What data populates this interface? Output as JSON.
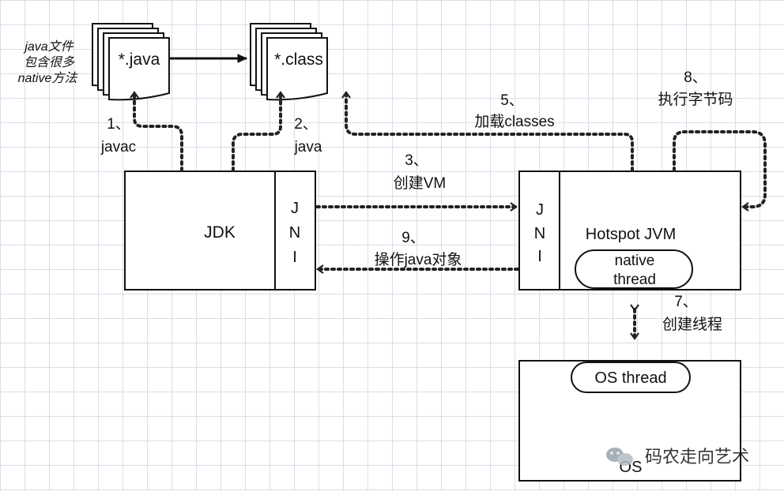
{
  "files": {
    "java_note": [
      "java文件",
      "包含很多",
      "native方法"
    ],
    "java_file": "*.java",
    "class_file": "*.class"
  },
  "boxes": {
    "jdk": "JDK",
    "jni_left": [
      "J",
      "N",
      "I"
    ],
    "jni_right": [
      "J",
      "N",
      "I"
    ],
    "hotspot": "Hotspot JVM",
    "native_thread": [
      "native",
      "thread"
    ],
    "os_thread": "OS thread",
    "os": "OS"
  },
  "steps": {
    "s1": [
      "1、",
      "javac"
    ],
    "s2": [
      "2、",
      "java"
    ],
    "s3": [
      "3、",
      "创建VM"
    ],
    "s5": [
      "5、",
      "加载classes"
    ],
    "s7": [
      "7、",
      "创建线程"
    ],
    "s8": [
      "8、",
      "执行字节码"
    ],
    "s9": [
      "9、",
      "操作java对象"
    ]
  },
  "watermark": "码农走向艺术"
}
